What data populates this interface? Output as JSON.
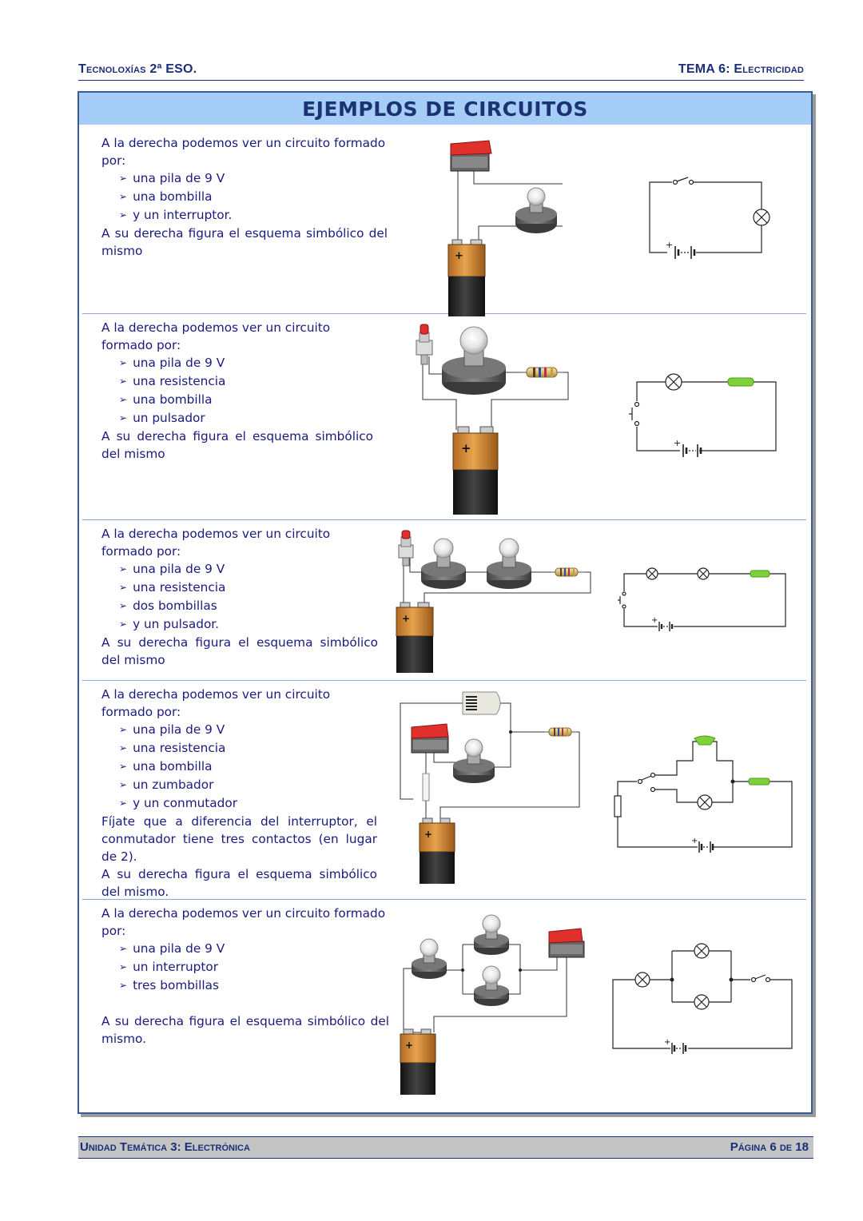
{
  "header": {
    "left": "Tecnoloxías 2ª ESO.",
    "right": "TEMA 6: Electricidad"
  },
  "title": "EJEMPLOS DE CIRCUITOS",
  "sections": [
    {
      "intro": "A la derecha podemos ver un circuito formado por:",
      "items": [
        "una pila de 9 V",
        "una bombilla",
        "y un interruptor."
      ],
      "note": "",
      "outro": "A su derecha figura el esquema simbólico del mismo"
    },
    {
      "intro": "A la derecha podemos ver un circuito formado por:",
      "items": [
        "una pila de 9 V",
        "una resistencia",
        "una bombilla",
        "un pulsador"
      ],
      "note": "",
      "outro": "A su derecha figura el esquema simbólico del mismo"
    },
    {
      "intro": "A la derecha podemos ver un circuito formado por:",
      "items": [
        "una pila de 9 V",
        "una resistencia",
        "dos bombillas",
        "y un pulsador."
      ],
      "note": "",
      "outro": "A su derecha figura el esquema simbólico del mismo"
    },
    {
      "intro": "A la derecha podemos ver un circuito formado por:",
      "items": [
        "una pila de 9 V",
        "una resistencia",
        "una bombilla",
        "un zumbador",
        "y un conmutador"
      ],
      "note": "Fíjate que a diferencia del interruptor, el conmutador tiene tres contactos (en lugar de 2).",
      "outro": "A su derecha figura el esquema simbólico del mismo."
    },
    {
      "intro": "A la derecha podemos ver un circuito formado por:",
      "items": [
        "una pila de 9 V",
        "un interruptor",
        "tres bombillas"
      ],
      "note": "",
      "outro": "A su derecha figura el esquema simbólico del mismo."
    }
  ],
  "footer": {
    "left": "Unidad Temática 3: Electrónica",
    "right": "Página 6 de 18"
  },
  "symbols": {
    "battery_plus": "+"
  },
  "colors": {
    "accent": "#a5cdf7",
    "text": "#1a1a80",
    "resistor_symbol": "#7ed13b",
    "switch_red": "#e0302b",
    "battery_orange": "#d28a3a"
  }
}
